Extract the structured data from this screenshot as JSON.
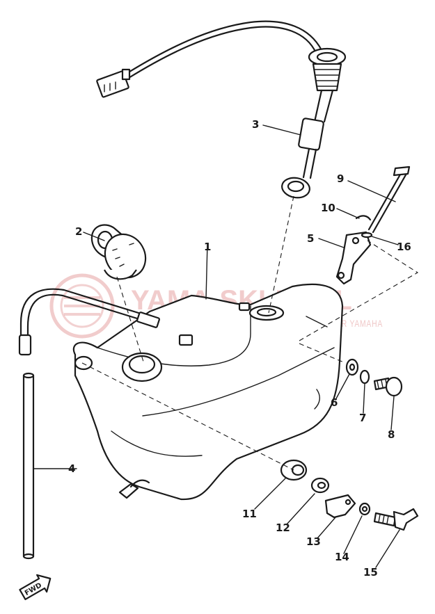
{
  "callouts": [
    "1",
    "2",
    "3",
    "4",
    "5",
    "6",
    "7",
    "8",
    "9",
    "10",
    "11",
    "12",
    "13",
    "14",
    "15",
    "16"
  ],
  "watermark": {
    "title": "YAMA-SKLEP.PL",
    "subtitle": "MOTOCYKLE I MOTOROWERY WRZECHOWSKI DEALER YAMAHA"
  },
  "arrow_label": "FWD",
  "colors": {
    "line": "#1a1a1a",
    "watermark": "#e6a3a3"
  }
}
